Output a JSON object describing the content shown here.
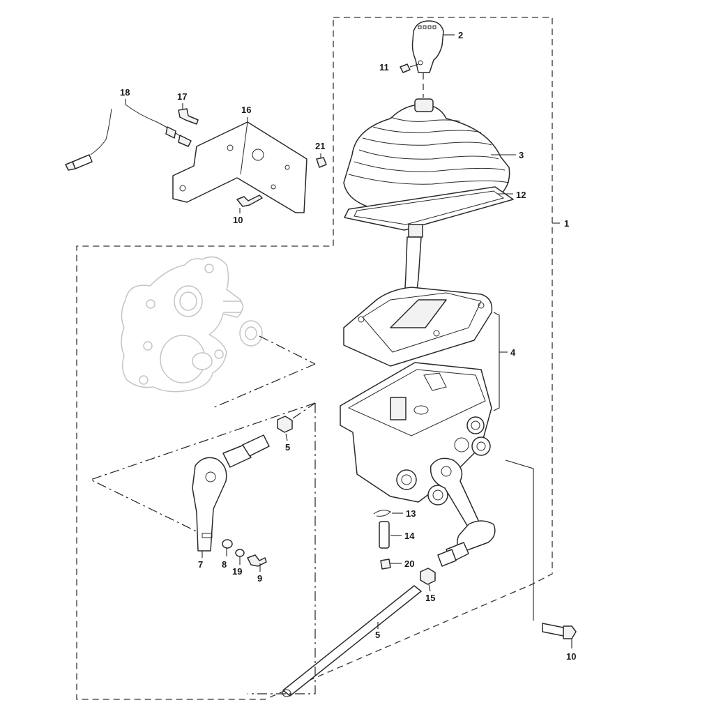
{
  "callouts": {
    "c1": "1",
    "c2": "2",
    "c3": "3",
    "c4": "4",
    "c5a": "5",
    "c5b": "5",
    "c7": "7",
    "c8": "8",
    "c9": "9",
    "c10a": "10",
    "c10b": "10",
    "c11": "11",
    "c12": "12",
    "c13": "13",
    "c14": "14",
    "c15": "15",
    "c16": "16",
    "c17": "17",
    "c18": "18",
    "c19": "19",
    "c20": "20",
    "c21": "21"
  }
}
